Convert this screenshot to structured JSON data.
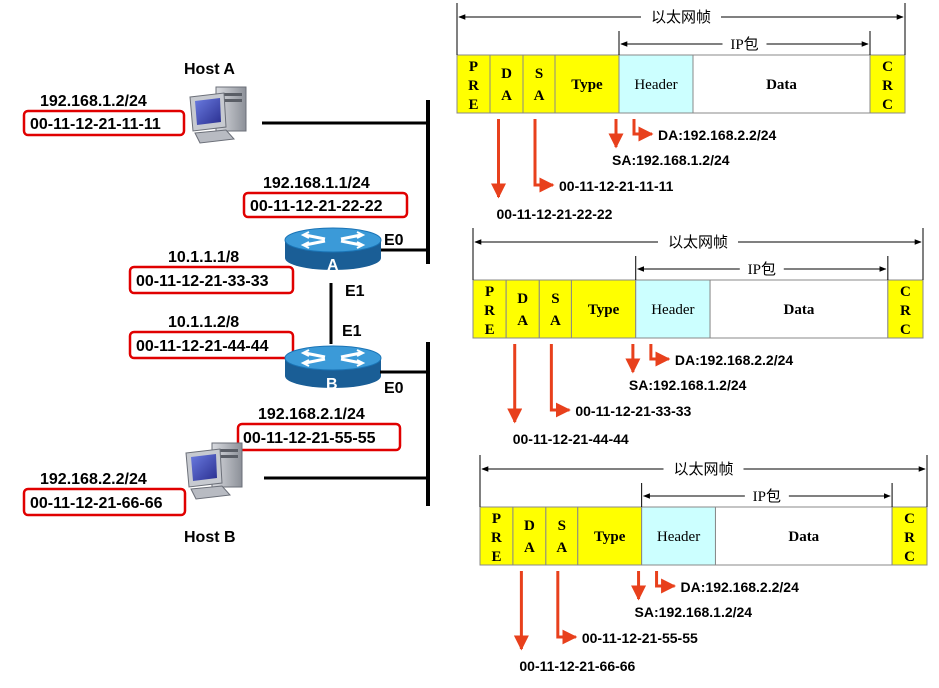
{
  "colors": {
    "field_yellow": "#ffff00",
    "header_cyan": "#ccffff",
    "arrow_red": "#e8401c",
    "mac_box": "#e00000",
    "router_blue": "#1a74b6"
  },
  "icons": [
    "computer-icon",
    "router-icon"
  ],
  "topology": {
    "host_a": {
      "name": "Host A",
      "ip": "192.168.1.2/24",
      "mac": "00-11-12-21-11-11"
    },
    "router_a": {
      "label": "A",
      "e0_ip": "192.168.1.1/24",
      "e0_mac": "00-11-12-21-22-22",
      "e0_label": "E0",
      "e1_ip": "10.1.1.1/8",
      "e1_mac": "00-11-12-21-33-33",
      "e1_label": "E1"
    },
    "router_b": {
      "label": "B",
      "e1_ip": "10.1.1.2/8",
      "e1_mac": "00-11-12-21-44-44",
      "e1_label": "E1",
      "e0_ip": "192.168.2.1/24",
      "e0_mac": "00-11-12-21-55-55",
      "e0_label": "E0"
    },
    "host_b": {
      "name": "Host B",
      "ip": "192.168.2.2/24",
      "mac": "00-11-12-21-66-66"
    }
  },
  "frame_labels": {
    "ethernet_frame": "以太网帧",
    "ip_packet": "IP包",
    "pre": [
      "P",
      "R",
      "E"
    ],
    "da": [
      "D",
      "A"
    ],
    "sa": [
      "S",
      "A"
    ],
    "type": "Type",
    "header": "Header",
    "data": "Data",
    "crc": [
      "C",
      "R",
      "C"
    ]
  },
  "frames": [
    {
      "dst_mac": "00-11-12-21-22-22",
      "src_mac": "00-11-12-21-11-11",
      "ip_da": "DA:192.168.2.2/24",
      "ip_sa": "SA:192.168.1.2/24"
    },
    {
      "dst_mac": "00-11-12-21-44-44",
      "src_mac": "00-11-12-21-33-33",
      "ip_da": "DA:192.168.2.2/24",
      "ip_sa": "SA:192.168.1.2/24"
    },
    {
      "dst_mac": "00-11-12-21-66-66",
      "src_mac": "00-11-12-21-55-55",
      "ip_da": "DA:192.168.2.2/24",
      "ip_sa": "SA:192.168.1.2/24"
    }
  ]
}
